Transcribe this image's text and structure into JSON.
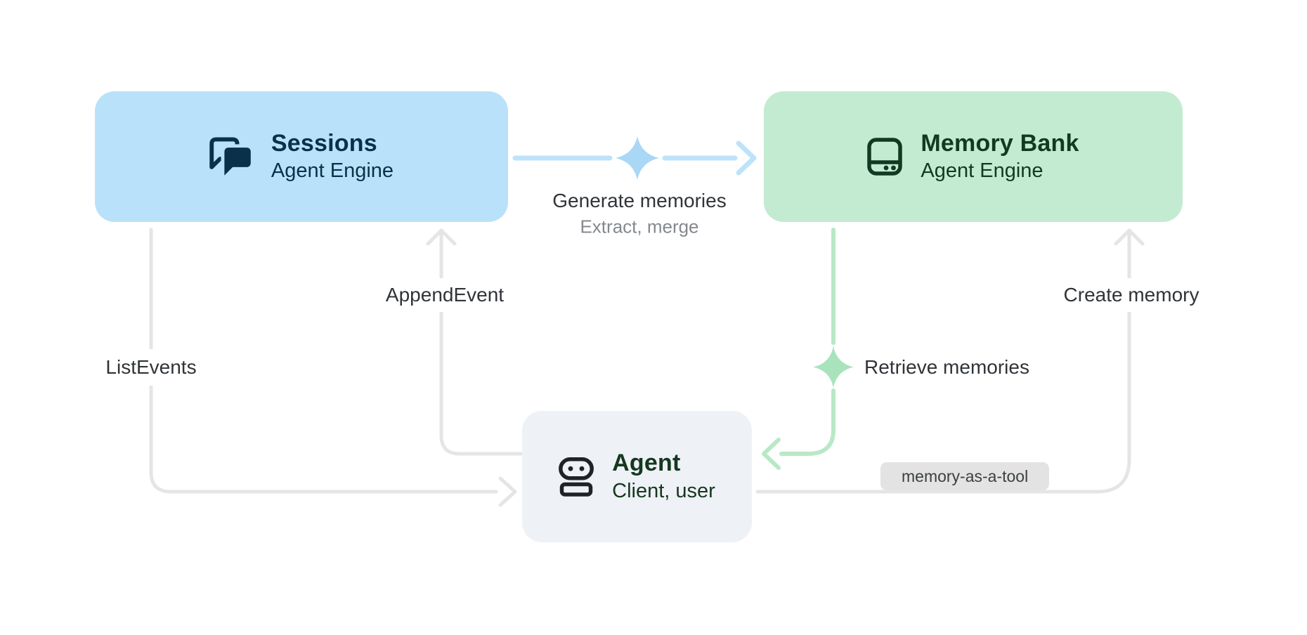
{
  "canvas": {
    "background": "#ffffff"
  },
  "nodes": {
    "sessions": {
      "title": "Sessions",
      "subtitle": "Agent Engine",
      "icon": "chat-bubbles-icon",
      "bg": "#b9e2fa",
      "fg": "#0b3049"
    },
    "memory_bank": {
      "title": "Memory Bank",
      "subtitle": "Agent Engine",
      "icon": "database-icon",
      "bg": "#c3ebd1",
      "fg": "#123a22"
    },
    "agent": {
      "title": "Agent",
      "subtitle": "Client, user",
      "icon": "robot-icon",
      "bg": "#eef1f6",
      "fg": "#15381f"
    }
  },
  "edges": {
    "generate_memories": {
      "label": "Generate memories",
      "sublabel": "Extract, merge",
      "from": "sessions",
      "to": "memory_bank",
      "color": "#bee2fa",
      "sparkle_color": "#a9d7f6",
      "icon": "sparkle-icon"
    },
    "append_event": {
      "label": "AppendEvent",
      "from": "agent",
      "to": "sessions",
      "color": "#e5e5e5"
    },
    "list_events": {
      "label": "ListEvents",
      "from": "sessions",
      "to": "agent",
      "color": "#e5e5e5"
    },
    "retrieve_memories": {
      "label": "Retrieve memories",
      "from": "memory_bank",
      "to": "agent",
      "color": "#b9e8c6",
      "sparkle_color": "#a9e3bc",
      "icon": "sparkle-icon"
    },
    "create_memory": {
      "label": "Create memory",
      "badge": "memory-as-a-tool",
      "from": "agent",
      "to": "memory_bank",
      "color": "#e5e5e5"
    }
  },
  "colors": {
    "gray_edge": "#e5e5e5",
    "blue_edge": "#bee2fa",
    "blue_sparkle": "#a9d7f6",
    "green_edge": "#b9e8c6",
    "green_sparkle": "#a9e3bc",
    "label_text": "#303438",
    "sublabel_text": "#85898d",
    "badge_bg": "#e3e3e3",
    "badge_text": "#3c4043",
    "agent_icon": "#202326"
  }
}
